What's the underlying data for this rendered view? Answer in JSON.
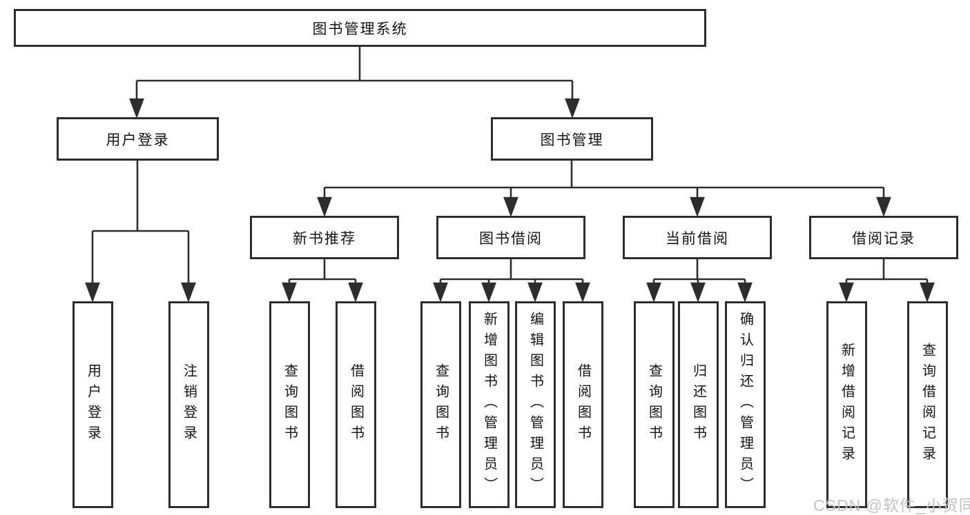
{
  "tree": {
    "root": "图书管理系统",
    "branches": [
      {
        "label": "用户登录",
        "children": [
          "用户登录",
          "注销登录"
        ]
      },
      {
        "label": "图书管理",
        "sections": [
          {
            "label": "新书推荐",
            "children": [
              "查询图书",
              "借阅图书"
            ]
          },
          {
            "label": "图书借阅",
            "children": [
              "查询图书",
              "新增图书（管理员）",
              "编辑图书（管理员）",
              "借阅图书"
            ]
          },
          {
            "label": "当前借阅",
            "children": [
              "查询图书",
              "归还图书",
              "确认归还（管理员）"
            ]
          },
          {
            "label": "借阅记录",
            "children": [
              "新增借阅记录",
              "查询借阅记录"
            ]
          }
        ]
      }
    ]
  },
  "watermark": "CSDN @软件_小贺同学",
  "colors": {
    "line": "#2d2d2d",
    "text": "#141414",
    "background": "#ffffff",
    "watermark": "#c2c2c2"
  }
}
